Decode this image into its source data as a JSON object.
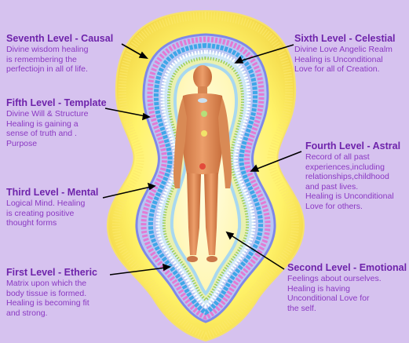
{
  "levels": [
    {
      "id": "seventh",
      "title": "Seventh Level - Causal",
      "body": "Divine wisdom healing\nis remembering the\nperfectiojn in all of life."
    },
    {
      "id": "fifth",
      "title": "Fifth Level - Template",
      "body": "Divine Will & Structure\nHealing is gaining a\nsense of truth and     .\nPurpose"
    },
    {
      "id": "third",
      "title": "Third Level - Mental",
      "body": "Logical Mind. Healing\nis creating positive\nthought forms"
    },
    {
      "id": "first",
      "title": "First Level - Etheric",
      "body": "Matrix upon which the\nbody tissue is formed.\nHealing is becoming fit\nand strong."
    },
    {
      "id": "sixth",
      "title": "Sixth Level - Celestial",
      "body": "Divine Love Angelic Realm\nHealing is Unconditional\nLove for all of Creation."
    },
    {
      "id": "fourth",
      "title": "Fourth Level - Astral",
      "body": "Record of all past\nexperiences,including\nrelationships,childhood\nand past lives.\nHealing is Unconditional\nLove for others."
    },
    {
      "id": "second",
      "title": "Second Level - Emotional",
      "body": "Feelings about ourselves.\nHealing is having\nUnconditional Love for\nthe self."
    }
  ],
  "colors": {
    "background": "#d6c2ef",
    "title_text": "#6e23ab",
    "body_text": "#8a38c2",
    "outer_aura": "#fff36a",
    "blue_band": "#3fa6e8",
    "pink_band": "#e27bd4",
    "body_skin": "#e0925a"
  }
}
